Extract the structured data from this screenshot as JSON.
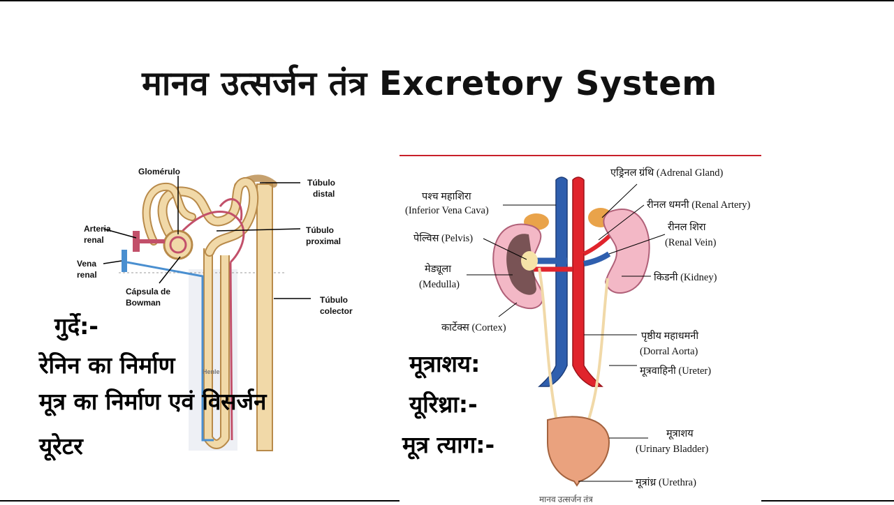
{
  "title": "मानव उत्सर्जन तंत्र Excretory System",
  "nephron_labels": {
    "glomerulo": "Glomérulo",
    "tubulo_distal_1": "Túbulo",
    "tubulo_distal_2": "distal",
    "arteria_1": "Arteria",
    "arteria_2": "renal",
    "tubulo_proximal_1": "Túbulo",
    "tubulo_proximal_2": "proximal",
    "vena_1": "Vena",
    "vena_2": "renal",
    "capsula_1": "Cápsula de",
    "capsula_2": "Bowman",
    "tubulo_colector_1": "Túbulo",
    "tubulo_colector_2": "colector",
    "henle": "Henle"
  },
  "system_labels": {
    "adrenal": "एड्रिनल ग्रंथि (Adrenal Gland)",
    "ivc_1": "पश्च महाशिरा",
    "ivc_2": "(Inferior Vena Cava)",
    "renal_artery": "रीनल धमनी (Renal Artery)",
    "pelvis": "पेल्विस (Pelvis)",
    "renal_vein_1": "रीनल शिरा",
    "renal_vein_2": "(Renal Vein)",
    "medulla_1": "मेड्यूला",
    "medulla_2": "(Medulla)",
    "kidney": "किडनी (Kidney)",
    "cortex": "कार्टेक्स (Cortex)",
    "aorta_1": "पृष्ठीय महाधमनी",
    "aorta_2": "(Dorral Aorta)",
    "ureter": "मूत्रवाहिनी (Ureter)",
    "bladder_1": "मूत्राशय",
    "bladder_2": "(Urinary Bladder)",
    "urethra": "मूत्रांध्र (Urethra)",
    "caption": "मानव उत्सर्जन तंत्र"
  },
  "notes": {
    "kidney_heading": "गुर्दे:-",
    "renin": "रेनिन का निर्माण",
    "urine_formation": "मूत्र का निर्माण एवं विसर्जन",
    "ureter": "यूरेटर",
    "bladder_heading": "मूत्राशय:",
    "urethra_heading": "यूरिथ्रा:-",
    "urination_heading": "मूत्र त्याग:-"
  },
  "colors": {
    "artery_red": "#e0242c",
    "vein_blue": "#2f5fae",
    "tubule_beige": "#f1d9a8",
    "tubule_outline": "#b88a4a",
    "capillary_pink": "#c2506a",
    "kidney_pink": "#f3b8c6",
    "bladder_peach": "#eaa27e"
  }
}
